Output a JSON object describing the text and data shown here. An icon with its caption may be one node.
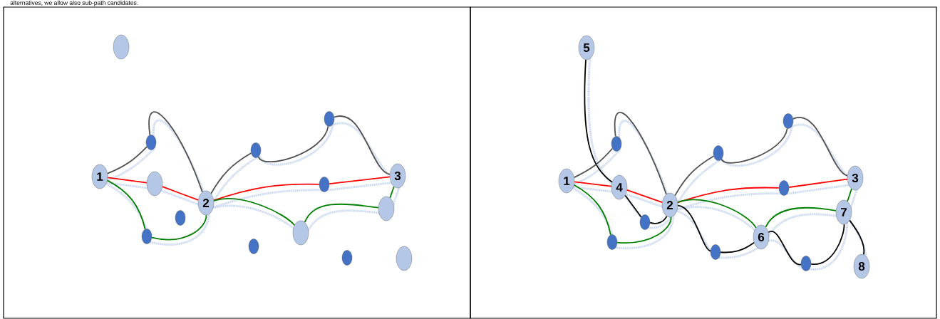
{
  "diagram": {
    "nodes": [
      {
        "text": [],
        "shape": "ellipse"
      },
      {
        "text": [
          "1"
        ]
      },
      {
        "text": [],
        "shape": "circle"
      },
      {
        "text": [],
        "shape": "ellipse"
      },
      {
        "text": [
          "2"
        ]
      },
      {
        "text": [],
        "shape": "circle"
      },
      {
        "text": [],
        "shape": "circle"
      },
      {
        "text": [],
        "shape": "circle"
      },
      {
        "text": [],
        "shape": "circle"
      },
      {
        "text": [
          "3"
        ]
      },
      {
        "text": [],
        "shape": "circle"
      },
      {
        "text": [],
        "shape": "ellipse"
      },
      {
        "text": [],
        "shape": "ellipse"
      },
      {
        "text": [],
        "shape": "circle"
      },
      {
        "text": [],
        "shape": "circle"
      },
      {
        "text": [],
        "shape": "ellipse"
      },
      {
        "text": [
          "5"
        ]
      },
      {
        "text": [
          "1"
        ]
      },
      {
        "text": [],
        "shape": "circle"
      },
      {
        "text": [
          "4"
        ]
      },
      {
        "text": [
          "2"
        ]
      },
      {
        "text": [],
        "shape": "circle"
      },
      {
        "text": [],
        "shape": "circle"
      },
      {
        "text": [],
        "shape": "circle"
      },
      {
        "text": [],
        "shape": "circle"
      },
      {
        "text": [
          "3"
        ]
      },
      {
        "text": [],
        "shape": "circle"
      },
      {
        "text": [
          "7"
        ]
      },
      {
        "text": [
          "6"
        ]
      },
      {
        "text": [],
        "shape": "circle"
      },
      {
        "text": [],
        "shape": "circle"
      },
      {
        "text": [
          "8"
        ]
      }
    ],
    "edges": [
      {
        "from": 1,
        "to": 2,
        "arrow": "none",
        "color": "#505050"
      },
      {
        "from": 2,
        "to": 4,
        "arrow": "none",
        "color": "#505050"
      },
      {
        "from": 4,
        "to": 7,
        "arrow": "none",
        "color": "#505050"
      },
      {
        "from": 7,
        "to": 8,
        "arrow": "none",
        "color": "#505050"
      },
      {
        "from": 8,
        "to": 9,
        "arrow": "none",
        "color": "#505050"
      },
      {
        "from": 1,
        "to": 3,
        "arrow": "none",
        "color": "#ff0000"
      },
      {
        "from": 3,
        "to": 4,
        "arrow": "none",
        "color": "#ff0000"
      },
      {
        "from": 4,
        "to": 10,
        "arrow": "none",
        "color": "#ff0000"
      },
      {
        "from": 10,
        "to": 9,
        "arrow": "none",
        "color": "#ff0000"
      },
      {
        "from": 1,
        "to": 6,
        "arrow": "none",
        "color": "#008000"
      },
      {
        "from": 6,
        "to": 4,
        "arrow": "none",
        "color": "#008000"
      },
      {
        "from": 4,
        "to": 12,
        "arrow": "none",
        "color": "#008000"
      },
      {
        "from": 12,
        "to": 11,
        "arrow": "none",
        "color": "#008000"
      },
      {
        "from": 11,
        "to": 9,
        "arrow": "none",
        "color": "#008000"
      },
      {
        "from": 16,
        "to": 19,
        "arrow": "none",
        "color": "#000000"
      },
      {
        "from": 19,
        "to": 21,
        "arrow": "none",
        "color": "#000000"
      },
      {
        "from": 21,
        "to": 20,
        "arrow": "none",
        "color": "#000000"
      },
      {
        "from": 20,
        "to": 29,
        "arrow": "none",
        "color": "#000000"
      },
      {
        "from": 29,
        "to": 28,
        "arrow": "none",
        "color": "#000000"
      },
      {
        "from": 28,
        "to": 30,
        "arrow": "none",
        "color": "#000000"
      },
      {
        "from": 30,
        "to": 27,
        "arrow": "none",
        "color": "#000000"
      },
      {
        "from": 27,
        "to": 31,
        "arrow": "none",
        "color": "#000000"
      },
      {
        "from": 17,
        "to": 18,
        "arrow": "none",
        "color": "#505050"
      },
      {
        "from": 18,
        "to": 20,
        "arrow": "none",
        "color": "#505050"
      },
      {
        "from": 20,
        "to": 23,
        "arrow": "none",
        "color": "#505050"
      },
      {
        "from": 23,
        "to": 24,
        "arrow": "none",
        "color": "#505050"
      },
      {
        "from": 24,
        "to": 25,
        "arrow": "none",
        "color": "#505050"
      },
      {
        "from": 17,
        "to": 19,
        "arrow": "none",
        "color": "#ff0000"
      },
      {
        "from": 19,
        "to": 20,
        "arrow": "none",
        "color": "#ff0000"
      },
      {
        "from": 20,
        "to": 26,
        "arrow": "none",
        "color": "#ff0000"
      },
      {
        "from": 26,
        "to": 25,
        "arrow": "none",
        "color": "#ff0000"
      },
      {
        "from": 17,
        "to": 22,
        "arrow": "none",
        "color": "#008000"
      },
      {
        "from": 22,
        "to": 20,
        "arrow": "none",
        "color": "#008000"
      },
      {
        "from": 20,
        "to": 28,
        "arrow": "none",
        "color": "#008000"
      },
      {
        "from": 28,
        "to": 27,
        "arrow": "none",
        "color": "#008000"
      },
      {
        "from": 27,
        "to": 25,
        "arrow": "none",
        "color": "#008000"
      }
    ],
    "labels": [
      "alternatives, we allow also sub-path candidates."
    ]
  }
}
